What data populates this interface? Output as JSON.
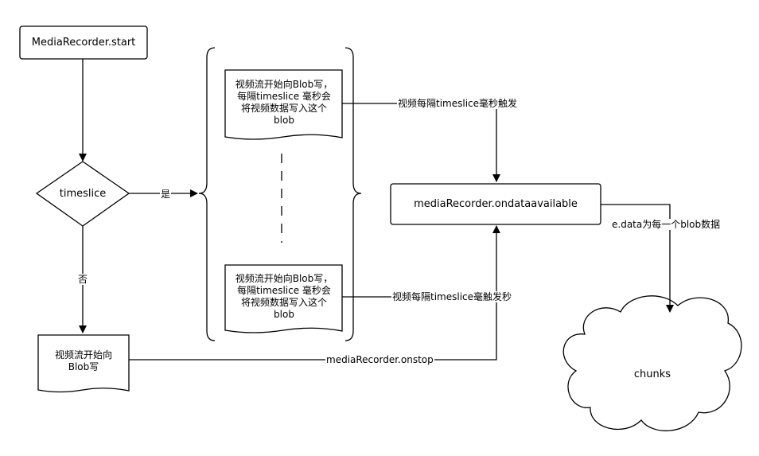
{
  "diagram": {
    "nodes": {
      "start": "MediaRecorder.start",
      "decision": "timeslice",
      "blob_top": "视频流开始向Blob写，每隔timeslice 毫秒会将视频数据写入这个blob",
      "blob_bottom": "视频流开始向Blob写，每隔timeslice 毫秒会将视频数据写入这个blob",
      "blob_no": "视频流开始向Blob写",
      "ondataavailable": "mediaRecorder.ondataavailable",
      "chunks": "chunks"
    },
    "edges": {
      "yes": "是",
      "no": "否",
      "trigger_top": "视频每隔timeslice毫秒触发",
      "trigger_bottom": "视频每隔timeslice毫触发秒",
      "onstop": "mediaRecorder.onstop",
      "edata": "e.data为每一个blob数据"
    }
  }
}
